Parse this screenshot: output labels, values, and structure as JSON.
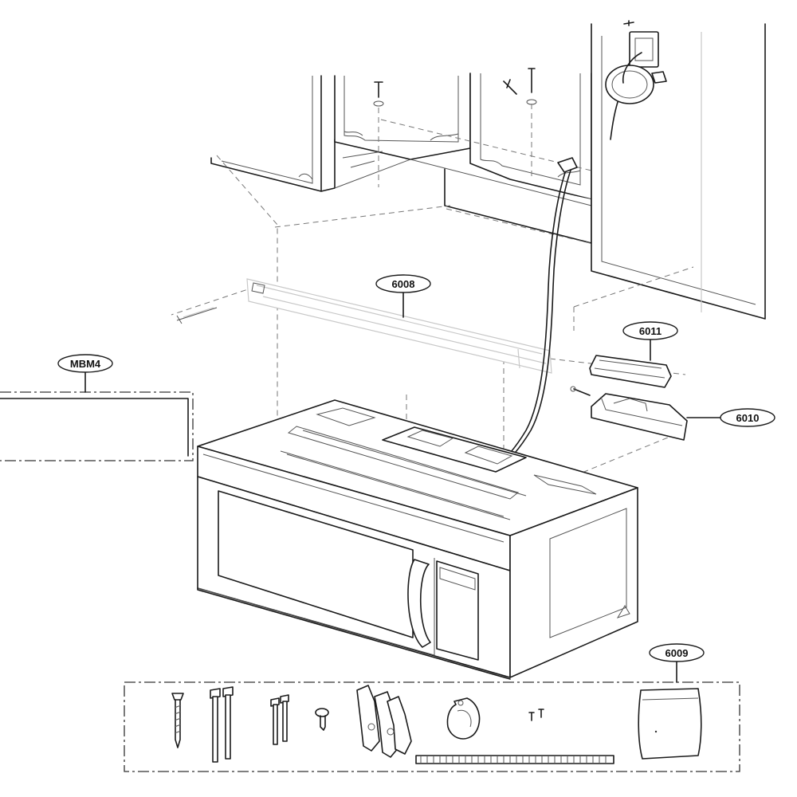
{
  "callouts": {
    "c6008": "6008",
    "c6011": "6011",
    "c6010": "6010",
    "cMBM4": "MBM4",
    "c6009": "6009"
  },
  "icons": [
    "outlet-icon",
    "power-cord-icon",
    "lag-screw-icon",
    "toggle-bolt-icon",
    "wing-nut-icon",
    "cord-clamp-icon",
    "bag-icon"
  ]
}
